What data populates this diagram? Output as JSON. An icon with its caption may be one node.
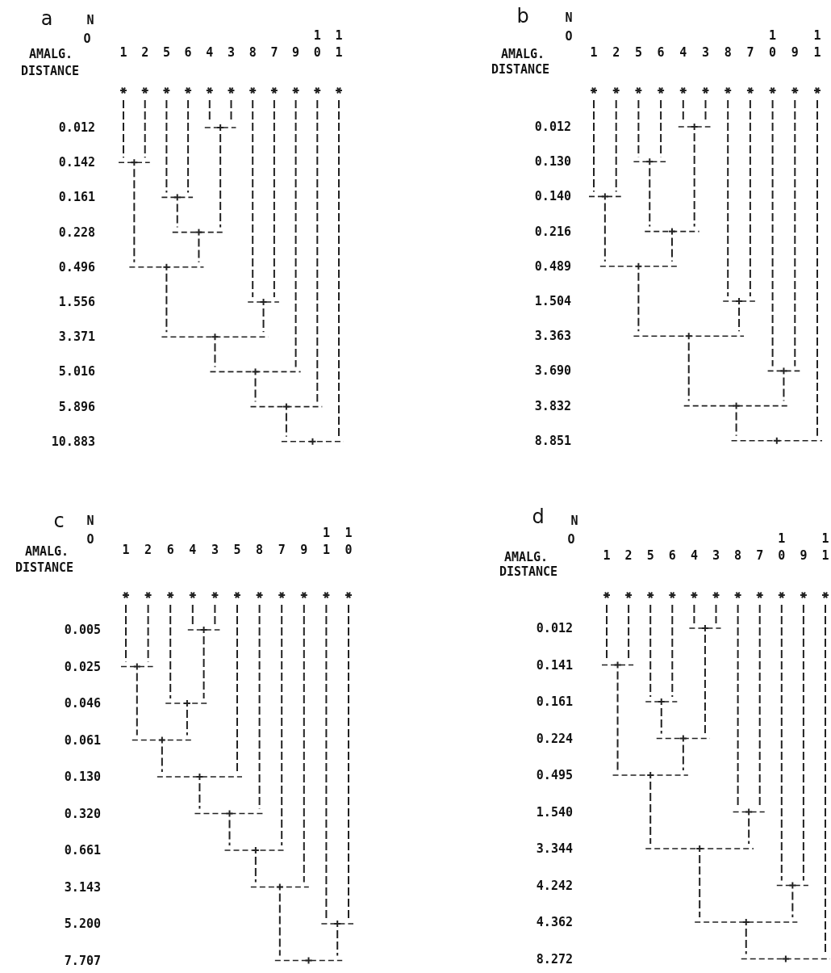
{
  "diagram": {
    "labels": [
      "a",
      "N",
      "O",
      "AMALG.",
      "DISTANCE",
      "1",
      "2",
      "5",
      "6",
      "4",
      "3",
      "8",
      "7",
      "9",
      "10",
      "11",
      "0.012",
      "0.142",
      "0.161",
      "0.228",
      "0.496",
      "1.556",
      "3.371",
      "5.016",
      "5.896",
      "10.883",
      "b",
      "N",
      "O",
      "AMALG.",
      "DISTANCE",
      "1",
      "2",
      "5",
      "6",
      "4",
      "3",
      "8",
      "7",
      "10",
      "9",
      "11",
      "0.012",
      "0.130",
      "0.140",
      "0.216",
      "0.489",
      "1.504",
      "3.363",
      "3.690",
      "3.832",
      "8.851",
      "c",
      "N",
      "O",
      "AMALG.",
      "DISTANCE",
      "1",
      "2",
      "6",
      "4",
      "3",
      "5",
      "8",
      "7",
      "9",
      "11",
      "10",
      "0.005",
      "0.025",
      "0.046",
      "0.061",
      "0.130",
      "0.320",
      "0.661",
      "3.143",
      "5.200",
      "7.707",
      "d",
      "N",
      "O",
      "AMALG.",
      "DISTANCE",
      "1",
      "2",
      "5",
      "6",
      "4",
      "3",
      "8",
      "7",
      "10",
      "9",
      "11",
      "0.012",
      "0.141",
      "0.161",
      "0.224",
      "0.495",
      "1.540",
      "3.344",
      "4.242",
      "4.362",
      "8.272"
    ]
  }
}
